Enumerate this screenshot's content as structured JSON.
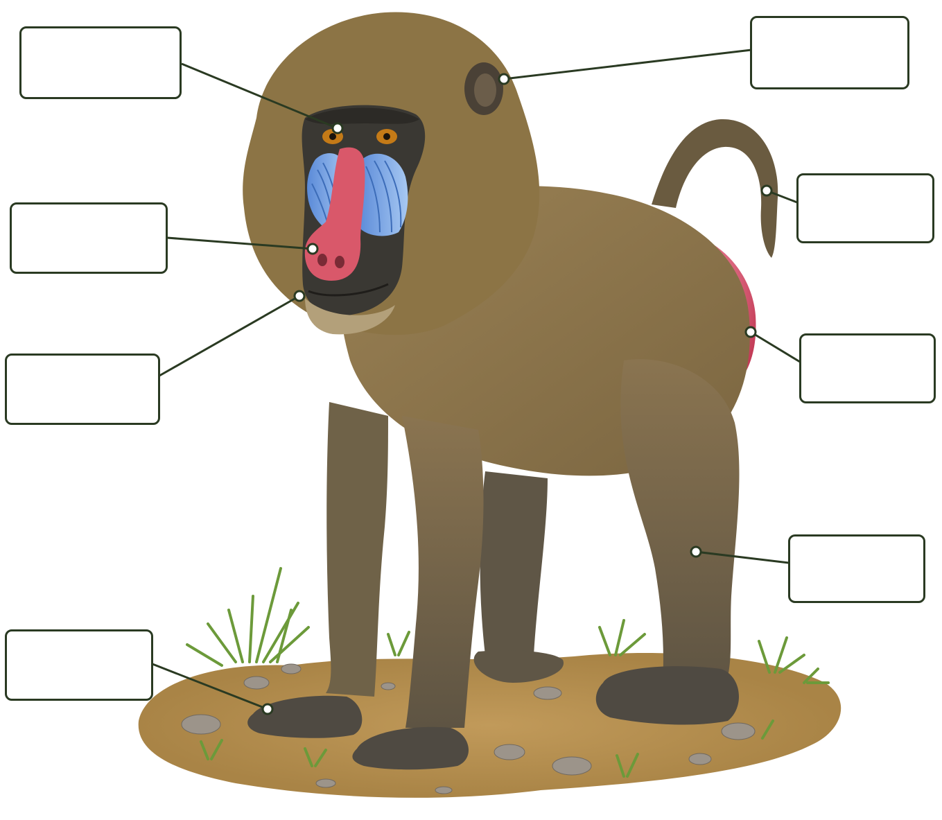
{
  "diagram": {
    "subject": "baboon-illustration",
    "colors": {
      "leader_line": "#2a3a22",
      "box_border": "#2a3a22",
      "fur_main": "#8d7548",
      "fur_dark": "#5f5238",
      "fur_light": "#b3a07a",
      "face_dark": "#3a3833",
      "muzzle_red": "#d9586a",
      "muzzle_blue": "#6f9fe0",
      "eye_amber": "#c47a17",
      "rump_pink": "#d94e69",
      "ground": "#b0894a",
      "grass": "#6c9a3a",
      "stone": "#9c948a"
    },
    "labels": [
      {
        "id": "eye",
        "text": ""
      },
      {
        "id": "ear",
        "text": ""
      },
      {
        "id": "nose",
        "text": ""
      },
      {
        "id": "tail",
        "text": ""
      },
      {
        "id": "chin",
        "text": ""
      },
      {
        "id": "rump",
        "text": ""
      },
      {
        "id": "hind-leg",
        "text": ""
      },
      {
        "id": "hand",
        "text": ""
      }
    ]
  }
}
